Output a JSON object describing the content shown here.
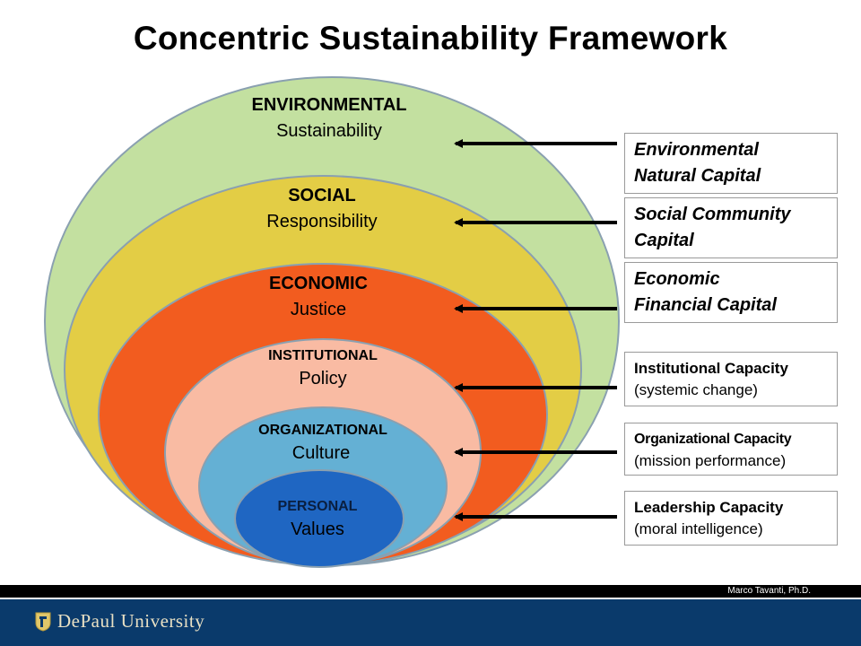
{
  "title": "Concentric Sustainability Framework",
  "rings": [
    {
      "heading": "ENVIRONMENTAL",
      "sub": "Sustainability",
      "fill": "#c3e0a0"
    },
    {
      "heading": "SOCIAL",
      "sub": "Responsibility",
      "fill": "#e3cd45"
    },
    {
      "heading": "ECONOMIC",
      "sub": "Justice",
      "fill": "#f25c1f"
    },
    {
      "heading": "INSTITUTIONAL",
      "sub": "Policy",
      "fill": "#f9bba3"
    },
    {
      "heading": "ORGANIZATIONAL",
      "sub": "Culture",
      "fill": "#64b0d4"
    },
    {
      "heading": "PERSONAL",
      "sub": "Values",
      "fill": "#1f66c2"
    }
  ],
  "boxes": [
    {
      "line1": "Environmental",
      "line2": "Natural Capital"
    },
    {
      "line1": "Social Community",
      "line2": "Capital"
    },
    {
      "line1": "Economic",
      "line2": "Financial Capital"
    },
    {
      "line1": "Institutional Capacity",
      "line2": "(systemic change)"
    },
    {
      "line1": "Organizational Capacity",
      "line2": "(mission performance)"
    },
    {
      "line1": "Leadership Capacity",
      "line2": "(moral intelligence)"
    }
  ],
  "footer": {
    "credit": "Marco Tavanti, Ph.D.",
    "university": "DePaul University"
  }
}
